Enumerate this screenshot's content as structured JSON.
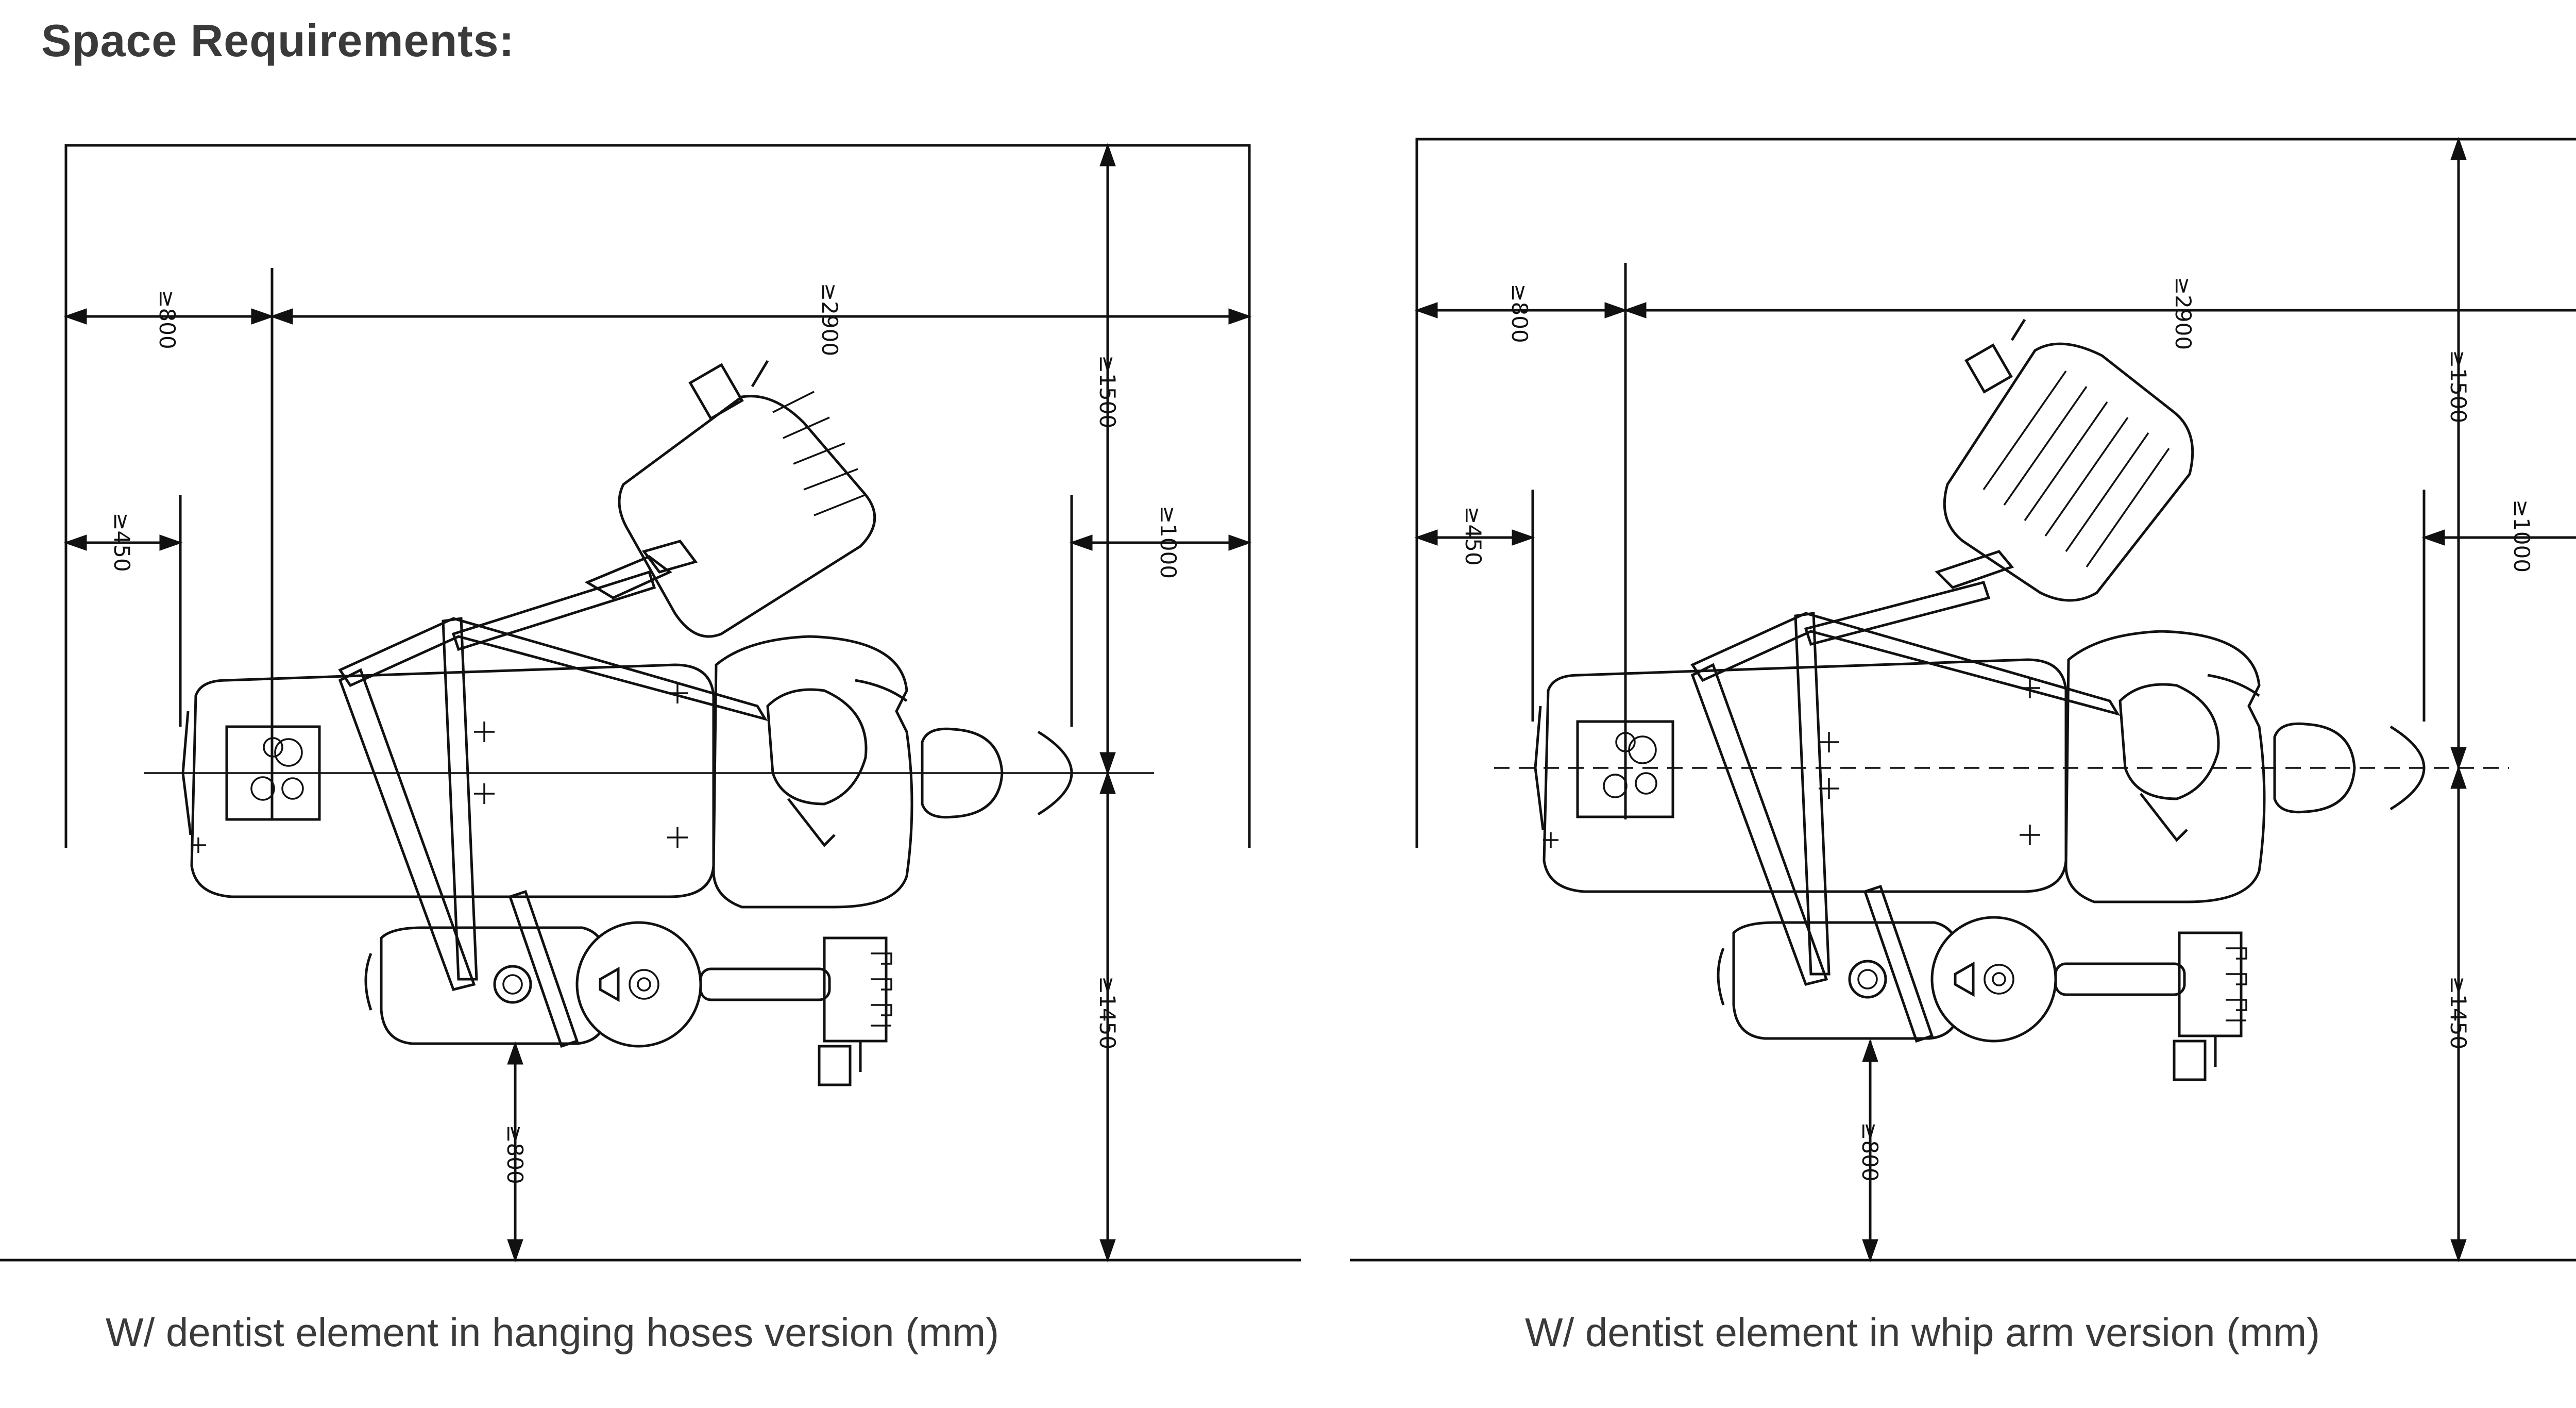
{
  "title": "Space Requirements:",
  "drawings": [
    {
      "caption": "W/ dentist element in hanging hoses version (mm)",
      "dimensions": {
        "left_front": "≥800",
        "total_length": "≥2900",
        "left_side": "≥450",
        "right_side": "≥1000",
        "top": "≥1500",
        "bottom": "≥1450",
        "bottom_front": "≥800"
      }
    },
    {
      "caption": "W/ dentist element in whip arm version (mm)",
      "dimensions": {
        "left_front": "≥800",
        "total_length": "≥2900",
        "left_side": "≥450",
        "right_side": "≥1000",
        "top": "≥1500",
        "bottom": "≥1450",
        "bottom_front": "≥800"
      }
    }
  ]
}
